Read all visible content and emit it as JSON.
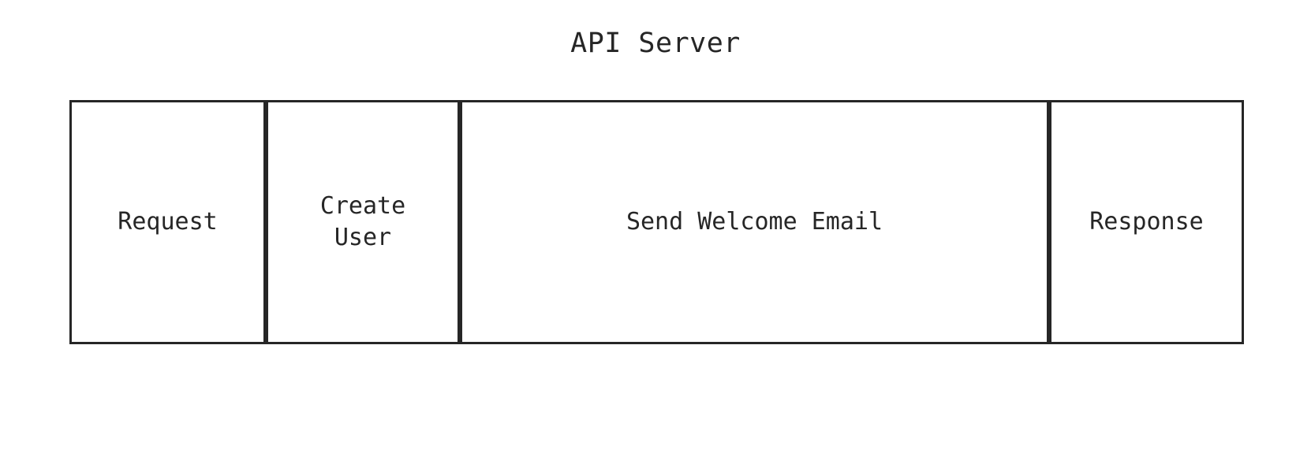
{
  "diagram": {
    "title": "API Server",
    "spans": [
      {
        "label": "Request"
      },
      {
        "label": "Create\nUser"
      },
      {
        "label": "Send Welcome Email"
      },
      {
        "label": "Response"
      }
    ],
    "colors": {
      "border": "#262626",
      "text": "#262626",
      "background": "#ffffff"
    }
  }
}
